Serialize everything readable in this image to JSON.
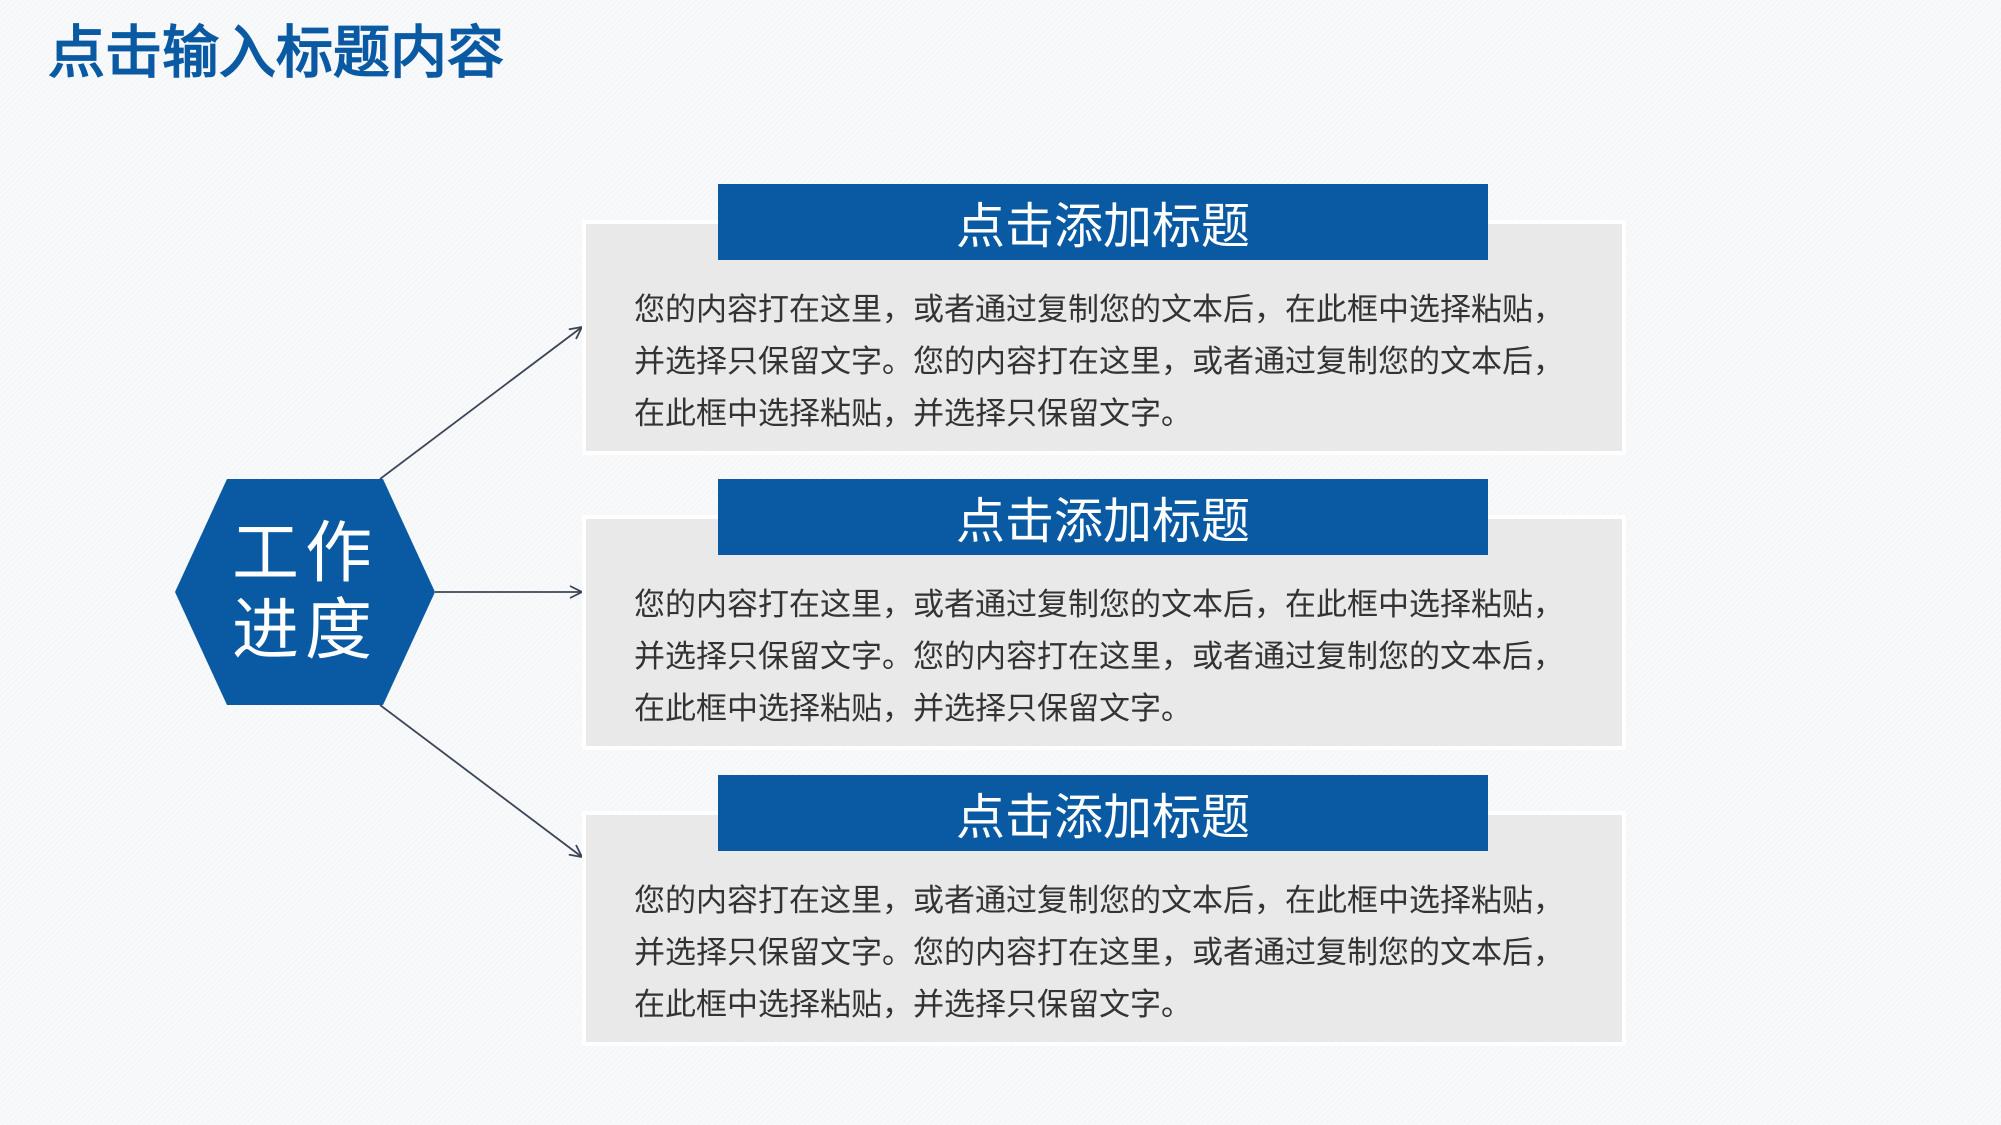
{
  "page": {
    "title": "点击输入标题内容"
  },
  "center": {
    "line1": "工作",
    "line2": "进度"
  },
  "items": [
    {
      "title": "点击添加标题",
      "body": "您的内容打在这里，或者通过复制您的文本后，在此框中选择粘贴，并选择只保留文字。您的内容打在这里，或者通过复制您的文本后，在此框中选择粘贴，并选择只保留文字。"
    },
    {
      "title": "点击添加标题",
      "body": "您的内容打在这里，或者通过复制您的文本后，在此框中选择粘贴，并选择只保留文字。您的内容打在这里，或者通过复制您的文本后，在此框中选择粘贴，并选择只保留文字。"
    },
    {
      "title": "点击添加标题",
      "body": "您的内容打在这里，或者通过复制您的文本后，在此框中选择粘贴，并选择只保留文字。您的内容打在这里，或者通过复制您的文本后，在此框中选择粘贴，并选择只保留文字。"
    }
  ],
  "colors": {
    "accent": "#0a5aa3",
    "card_bg": "#e9e9ea",
    "body_text": "#333333",
    "arrow": "#3a4656"
  },
  "icons": {
    "connector": "arrow-icon"
  }
}
